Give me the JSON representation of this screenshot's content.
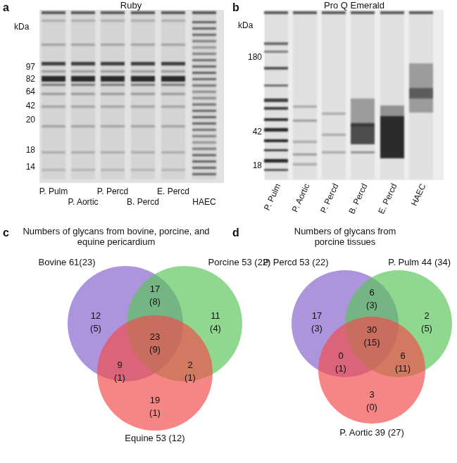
{
  "diagram": {
    "nodes": [
      {
        "text": [
          "Bovine 61(23)"
        ]
      },
      {
        "text": [
          "Porcine 53 (22)"
        ]
      },
      {
        "text": [
          "Equine 53 (12)"
        ]
      },
      {
        "text": [
          "P. Percd 53 (22)"
        ]
      },
      {
        "text": [
          "P. Pulm 44 (34)"
        ]
      },
      {
        "text": [
          "P. Aortic 39 (27)"
        ]
      }
    ],
    "labels": [
      "a",
      "Ruby",
      "kDa",
      "97",
      "82",
      "64",
      "42",
      "20",
      "18",
      "14",
      "P. Pulm",
      "P. Aortic",
      "P. Percd",
      "B. Percd",
      "E. Percd",
      "HAEC",
      "b",
      "Pro Q Emerald",
      "kDa",
      "180",
      "42",
      "18",
      "P. Pulm",
      "P. Aortic",
      "P. Percd",
      "B. Percd",
      "E. Percd",
      "HAEC",
      "c",
      "Numbers of glycans from bovine, porcine, and equine pericardium",
      "12",
      "(5)",
      "17",
      "(8)",
      "11",
      "(4)",
      "23",
      "(9)",
      "9",
      "(1)",
      "2",
      "(1)",
      "19",
      "(1)",
      "d",
      "Numbers of glycans from porcine tissues",
      "17",
      "(3)",
      "6",
      "(3)",
      "2",
      "(5)",
      "30",
      "(15)",
      "0",
      "(1)",
      "6",
      "(11)",
      "3",
      "(0)"
    ]
  }
}
